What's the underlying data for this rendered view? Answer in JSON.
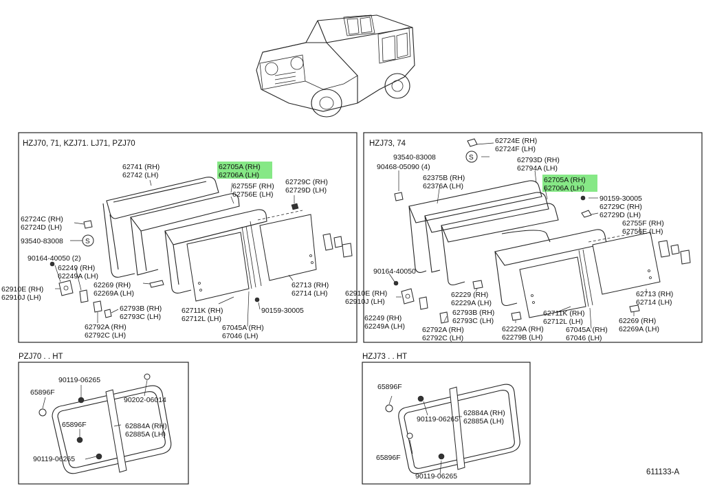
{
  "diagram_code": "611133-A",
  "sections": {
    "top_left": {
      "title": "HZJ70, 71, KZJ71. LJ71, PZJ70",
      "labels": [
        {
          "id": "l1",
          "text": "62741 (RH)"
        },
        {
          "id": "l2",
          "text": "62742 (LH)"
        },
        {
          "id": "l3",
          "text": "62705A (RH)"
        },
        {
          "id": "l4",
          "text": "62706A (LH)"
        },
        {
          "id": "l5",
          "text": "62755F (RH)"
        },
        {
          "id": "l6",
          "text": "62756E (LH)"
        },
        {
          "id": "l7",
          "text": "62729C (RH)"
        },
        {
          "id": "l8",
          "text": "62729D (LH)"
        },
        {
          "id": "l9",
          "text": "62724C (RH)"
        },
        {
          "id": "l10",
          "text": "62724D (LH)"
        },
        {
          "id": "l11",
          "text": "93540-83008"
        },
        {
          "id": "l12",
          "text": "90164-40050 (2)"
        },
        {
          "id": "l13",
          "text": "62249   (RH)"
        },
        {
          "id": "l14",
          "text": "62249A (LH)"
        },
        {
          "id": "l15",
          "text": "62910E (RH)"
        },
        {
          "id": "l16",
          "text": "62910J (LH)"
        },
        {
          "id": "l17",
          "text": "62269    (RH)"
        },
        {
          "id": "l18",
          "text": "62269A (LH)"
        },
        {
          "id": "l19",
          "text": "62793B (RH)"
        },
        {
          "id": "l20",
          "text": "62793C (LH)"
        },
        {
          "id": "l21",
          "text": "62792A (RH)"
        },
        {
          "id": "l22",
          "text": "62792C (LH)"
        },
        {
          "id": "l23",
          "text": "62711K (RH)"
        },
        {
          "id": "l24",
          "text": "62712L (LH)"
        },
        {
          "id": "l25",
          "text": "62713 (RH)"
        },
        {
          "id": "l26",
          "text": "62714 (LH)"
        },
        {
          "id": "l27",
          "text": "90159-30005"
        },
        {
          "id": "l28",
          "text": "67045A (RH)"
        },
        {
          "id": "l29",
          "text": "67046    (LH)"
        }
      ],
      "s_marker": "S"
    },
    "top_right": {
      "title": "HZJ73, 74",
      "labels": [
        {
          "id": "r1",
          "text": "62724E (RH)"
        },
        {
          "id": "r2",
          "text": "62724F (LH)"
        },
        {
          "id": "r3",
          "text": "93540-83008"
        },
        {
          "id": "r4",
          "text": "90468-05090 (4)"
        },
        {
          "id": "r5",
          "text": "62793D (RH)"
        },
        {
          "id": "r6",
          "text": "62794A (LH)"
        },
        {
          "id": "r7",
          "text": "62375B (RH)"
        },
        {
          "id": "r8",
          "text": "62376A (LH)"
        },
        {
          "id": "r9",
          "text": "62705A (RH)"
        },
        {
          "id": "r10",
          "text": "62706A (LH)"
        },
        {
          "id": "r11",
          "text": "90159-30005"
        },
        {
          "id": "r12",
          "text": "62729C (RH)"
        },
        {
          "id": "r13",
          "text": "62729D (LH)"
        },
        {
          "id": "r14",
          "text": "62755F (RH)"
        },
        {
          "id": "r15",
          "text": "62756E (LH)"
        },
        {
          "id": "r16",
          "text": "90164-40050"
        },
        {
          "id": "r17",
          "text": "62910E (RH)"
        },
        {
          "id": "r18",
          "text": "62910J (LH)"
        },
        {
          "id": "r19",
          "text": "62229    (RH)"
        },
        {
          "id": "r20",
          "text": "62229A (LH)"
        },
        {
          "id": "r21",
          "text": "62249   (RH)"
        },
        {
          "id": "r22",
          "text": "62249A (LH)"
        },
        {
          "id": "r23",
          "text": "62793B (RH)"
        },
        {
          "id": "r24",
          "text": "62793C (LH)"
        },
        {
          "id": "r25",
          "text": "62792A (RH)"
        },
        {
          "id": "r26",
          "text": "62792C (LH)"
        },
        {
          "id": "r27",
          "text": "62229A (RH)"
        },
        {
          "id": "r28",
          "text": "62279B (LH)"
        },
        {
          "id": "r29",
          "text": "62711K (RH)"
        },
        {
          "id": "r30",
          "text": "62712L (LH)"
        },
        {
          "id": "r31",
          "text": "62713 (RH)"
        },
        {
          "id": "r32",
          "text": "62714 (LH)"
        },
        {
          "id": "r33",
          "text": "67045A (RH)"
        },
        {
          "id": "r34",
          "text": "67046    (LH)"
        },
        {
          "id": "r35",
          "text": "62269    (RH)"
        },
        {
          "id": "r36",
          "text": "62269A (LH)"
        }
      ],
      "s_marker": "S"
    },
    "bottom_left": {
      "title": "PZJ70 . . HT",
      "labels": [
        {
          "id": "b1",
          "text": "90119-06265"
        },
        {
          "id": "b2",
          "text": "65896F"
        },
        {
          "id": "b3",
          "text": "90202-06014"
        },
        {
          "id": "b4",
          "text": "65896F"
        },
        {
          "id": "b5",
          "text": "62884A (RH)"
        },
        {
          "id": "b6",
          "text": "62885A (LH)"
        },
        {
          "id": "b7",
          "text": "90119-06265"
        }
      ]
    },
    "bottom_right": {
      "title": "HZJ73 . . HT",
      "labels": [
        {
          "id": "c1",
          "text": "65896F"
        },
        {
          "id": "c2",
          "text": "62884A (RH)"
        },
        {
          "id": "c3",
          "text": "62885A (LH)"
        },
        {
          "id": "c4",
          "text": "90119-06265"
        },
        {
          "id": "c5",
          "text": "65896F"
        },
        {
          "id": "c6",
          "text": "90119-06265"
        }
      ]
    }
  }
}
